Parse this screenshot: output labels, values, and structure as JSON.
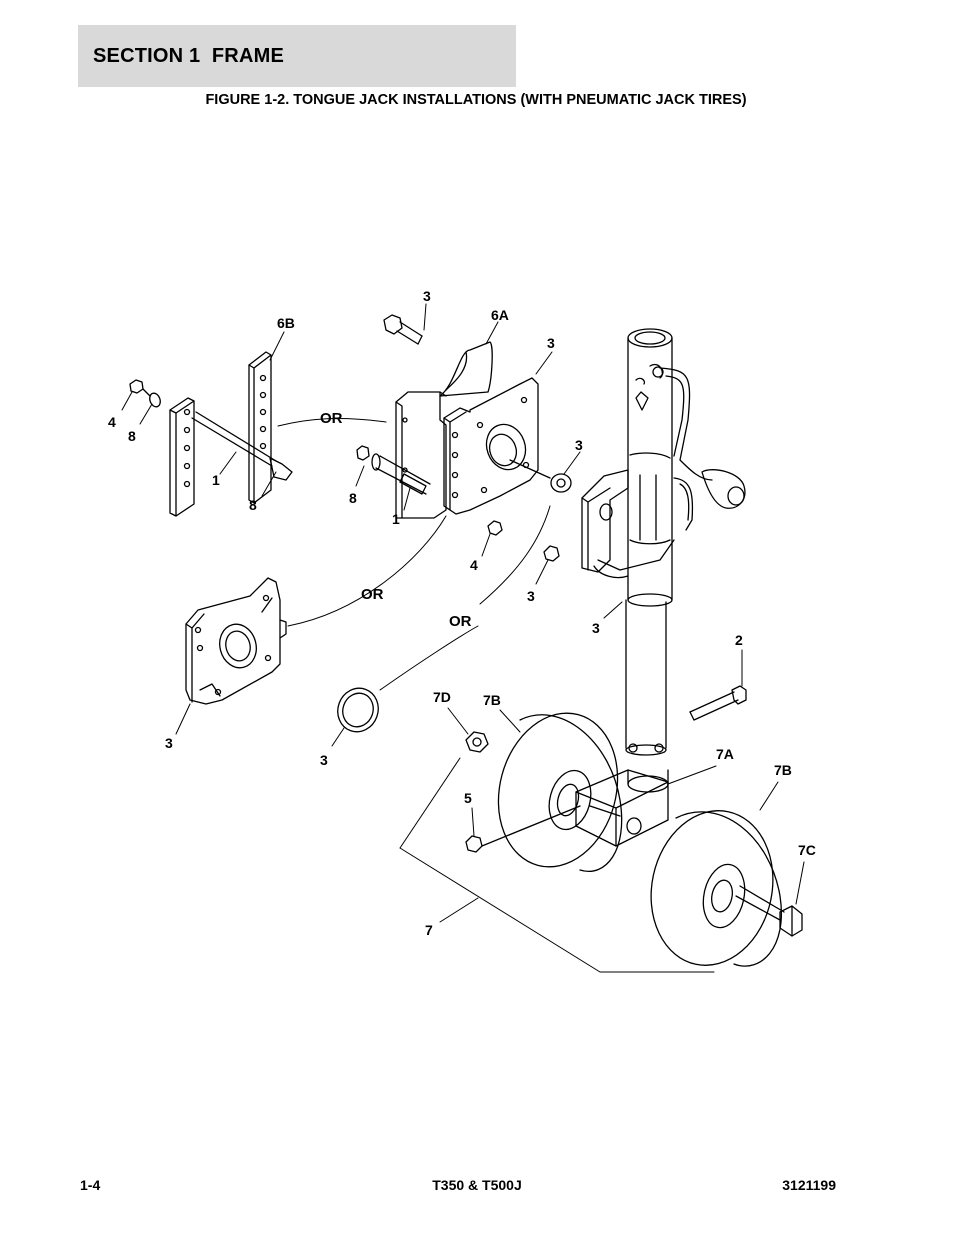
{
  "header": {
    "section_title": "SECTION 1  FRAME",
    "figure_title": "FIGURE 1-2. TONGUE JACK INSTALLATIONS (WITH PNEUMATIC JACK TIRES)"
  },
  "callouts": {
    "c3_top": "3",
    "c6b": "6B",
    "c6a": "6A",
    "c3_plate": "3",
    "c4_left": "4",
    "c8_left": "8",
    "or_top": "OR",
    "c1_left": "1",
    "c8_bolt": "8",
    "c3_spacer": "3",
    "c8_mid": "8",
    "c1_mid": "1",
    "c4_mid": "4",
    "c3_nut": "3",
    "or_left": "OR",
    "or_mid": "OR",
    "c3_tube": "3",
    "c2": "2",
    "c3_swivel": "3",
    "c3_ring": "3",
    "c7d": "7D",
    "c7b_left": "7B",
    "c7a": "7A",
    "c7b_right": "7B",
    "c5": "5",
    "c7c": "7C",
    "c7": "7"
  },
  "footer": {
    "page_number": "1-4",
    "model": "T350 & T500J",
    "doc_number": "3121199"
  }
}
